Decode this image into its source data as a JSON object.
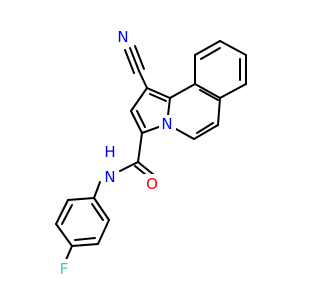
{
  "molecule": {
    "atoms": {
      "n_nitrile": {
        "symbol": "N",
        "color": "#0000ff"
      },
      "n_ring": {
        "symbol": "N",
        "color": "#0000ff"
      },
      "n_amide": {
        "symbol": "N",
        "color": "#0000ff"
      },
      "h_amide": {
        "symbol": "H",
        "color": "#0000ff"
      },
      "o_carbonyl": {
        "symbol": "O",
        "color": "#ff0000"
      },
      "f_aryl": {
        "symbol": "F",
        "color": "#33cccc"
      }
    },
    "bond_color": "#000000"
  }
}
